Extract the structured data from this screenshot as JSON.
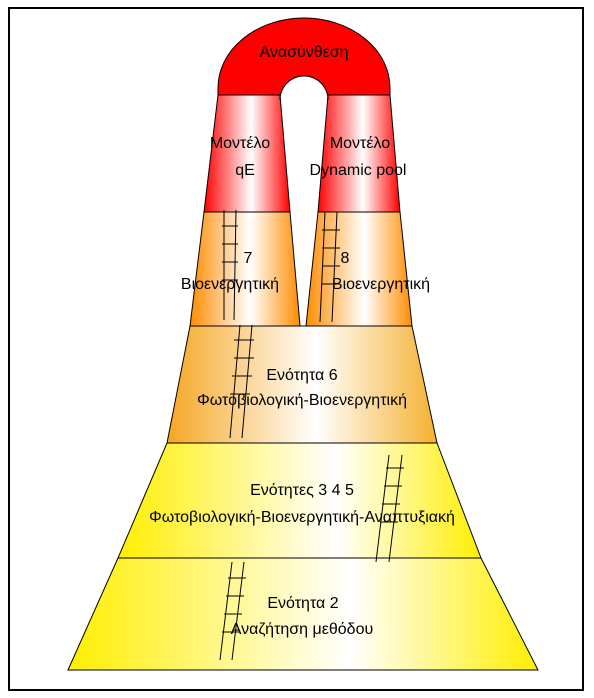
{
  "diagram": {
    "top": {
      "label": "Ανασύνθεση"
    },
    "towers": [
      {
        "line1": "Μοντέλο",
        "line2": "qE"
      },
      {
        "line1": "Μοντέλο",
        "line2": "Dynamic pool"
      }
    ],
    "upper_blocks": [
      {
        "number": "7",
        "label": "Βιοενεργητική"
      },
      {
        "number": "8",
        "label": "Βιοενεργητική"
      }
    ],
    "tiers": [
      {
        "line1": "Ενότητα 6",
        "line2": "Φωτοβιολογική-Βιοενεργητική"
      },
      {
        "line1": "Ενότητες 3 4 5",
        "line2": "Φωτοβιολογική-Βιοενεργητική-Αναπτυξιακή"
      },
      {
        "line1": "Ενότητα 2",
        "line2": "Αναζήτηση μεθόδου"
      }
    ]
  },
  "colors": {
    "red": "#ff0000",
    "orange": "#ff9900",
    "gold": "#ffcc33",
    "yellow": "#ffff00",
    "white": "#ffffff"
  }
}
